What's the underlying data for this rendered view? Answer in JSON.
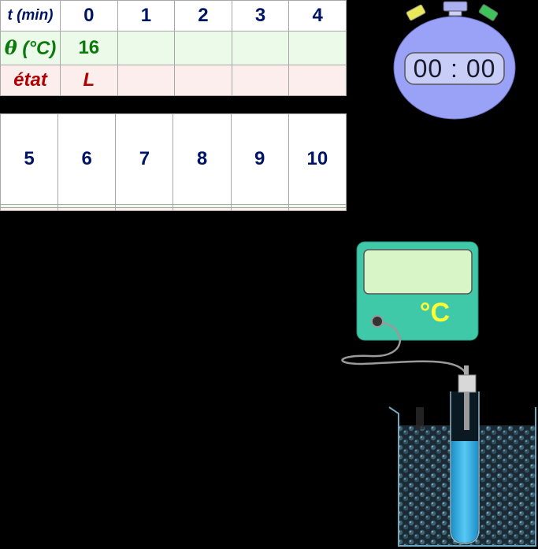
{
  "table_top": {
    "row_labels": {
      "time": "t (min)",
      "temp": "θ (°C)",
      "state": "état"
    },
    "times": [
      "0",
      "1",
      "2",
      "3",
      "4"
    ],
    "temps": [
      "16",
      "",
      "",
      "",
      ""
    ],
    "states": [
      "L",
      "",
      "",
      "",
      ""
    ]
  },
  "table_bottom": {
    "times": [
      "5",
      "6",
      "7",
      "8",
      "9",
      "10"
    ]
  },
  "stopwatch": {
    "display": "00 : 00"
  },
  "thermometer": {
    "unit": "°C",
    "reading": ""
  },
  "colors": {
    "header_text": "#001466",
    "temp_text": "#0a7a0a",
    "state_text": "#b00000",
    "device_body": "#3fc9a9",
    "stopwatch_body": "#9aa2f8"
  }
}
